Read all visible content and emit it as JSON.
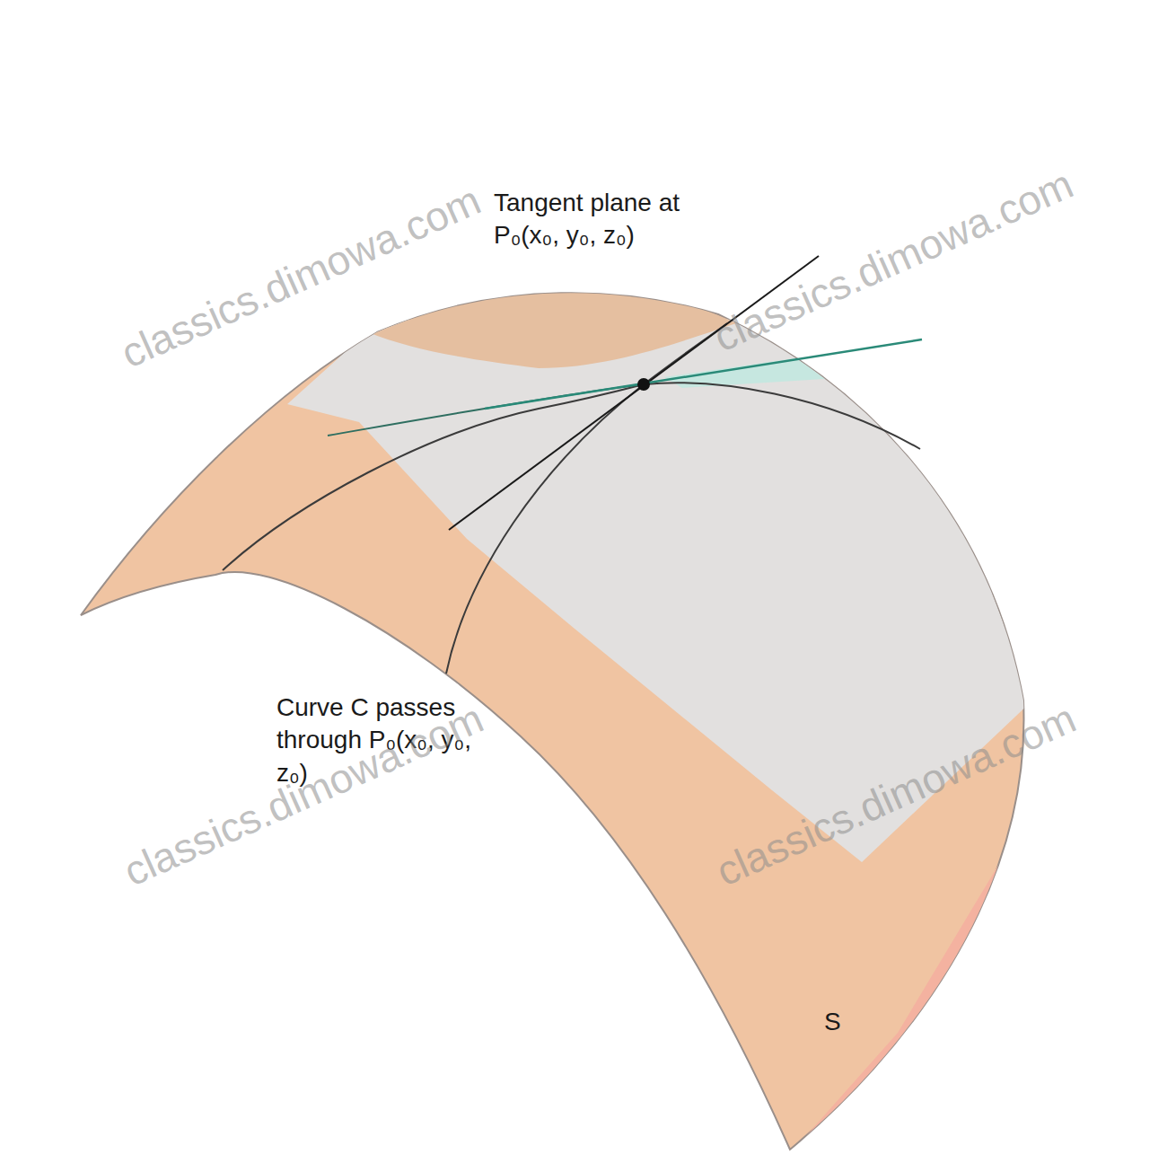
{
  "diagram": {
    "labels": [
      "Tangent plane at P₀(x₀, y₀, z₀)",
      "Curve C passes through P₀(x₀, y₀, z₀)",
      "S",
      "classics.dimowa.com",
      "classics.dimowa.com",
      "classics.dimowa.com",
      "classics.dimowa.com"
    ]
  }
}
